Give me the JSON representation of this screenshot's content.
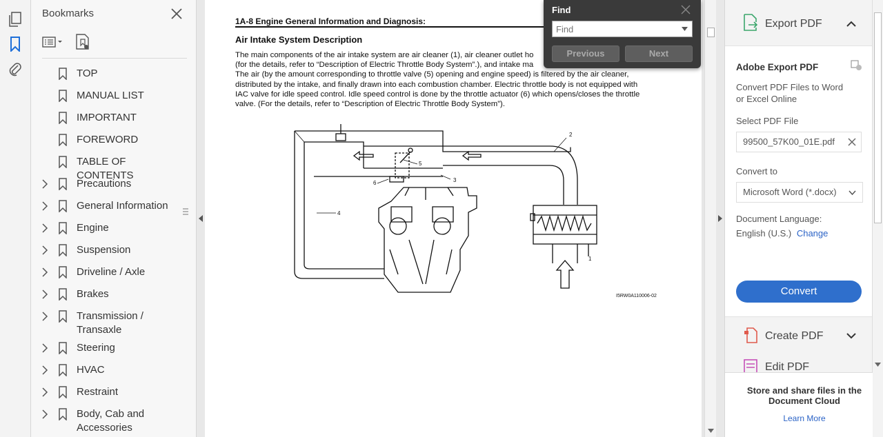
{
  "bookmarks": {
    "title": "Bookmarks",
    "items": [
      {
        "label": "TOP",
        "expandable": false
      },
      {
        "label": "MANUAL LIST",
        "expandable": false
      },
      {
        "label": "IMPORTANT",
        "expandable": false
      },
      {
        "label": "FOREWORD",
        "expandable": false
      },
      {
        "label": "TABLE OF CONTENTS",
        "expandable": false
      },
      {
        "label": "Precautions",
        "expandable": true
      },
      {
        "label": "General Information",
        "expandable": true
      },
      {
        "label": "Engine",
        "expandable": true
      },
      {
        "label": "Suspension",
        "expandable": true
      },
      {
        "label": "Driveline / Axle",
        "expandable": true
      },
      {
        "label": "Brakes",
        "expandable": true
      },
      {
        "label": "Transmission / Transaxle",
        "expandable": true
      },
      {
        "label": "Steering",
        "expandable": true
      },
      {
        "label": "HVAC",
        "expandable": true
      },
      {
        "label": "Restraint",
        "expandable": true
      },
      {
        "label": "Body, Cab and Accessories",
        "expandable": true
      }
    ]
  },
  "document": {
    "header": "1A-8   Engine General Information and Diagnosis:",
    "section_title": "Air Intake System Description",
    "paragraph1_lines": [
      "The main components of the air intake system are air cleaner (1), air cleaner outlet ho",
      "(for the details, refer to “Description of Electric Throttle Body System”.), and intake ma"
    ],
    "paragraph2_lines": [
      "The air (by the amount corresponding to throttle valve (5) opening and engine speed) is filtered by the air cleaner,",
      "distributed by the intake, and finally drawn into each combustion chamber. Electric throttle body is not equipped with",
      "IAC valve for idle speed control. Idle speed control is done by the throttle actuator (6) which opens/closes the throttle",
      "valve. (For the details, refer to “Description of Electric Throttle Body System”)."
    ],
    "figure_labels": {
      "l1": "1",
      "l2": "2",
      "l3": "3",
      "l4": "4",
      "l5": "5",
      "l6": "6"
    },
    "figure_code": "I5RW0A110006-02"
  },
  "find": {
    "title": "Find",
    "placeholder": "Find",
    "previous_label": "Previous",
    "next_label": "Next"
  },
  "right_pane": {
    "export_title": "Export PDF",
    "card_title": "Adobe Export PDF",
    "card_desc": "Convert PDF Files to Word or Excel Online",
    "select_file_label": "Select PDF File",
    "file_name": "99500_57K00_01E.pdf",
    "convert_to_label": "Convert to",
    "convert_to_value": "Microsoft Word (*.docx)",
    "doc_language_label": "Document Language:",
    "doc_language_value": "English (U.S.)",
    "change_label": "Change",
    "convert_button": "Convert",
    "create_pdf": "Create PDF",
    "edit_pdf": "Edit PDF",
    "cloud_text": "Store and share files in the Document Cloud",
    "learn_more": "Learn More"
  },
  "colors": {
    "accent": "#2f6fcc",
    "link": "#2b63c6",
    "export_icon": "#3aa66b",
    "create_icon": "#e05a4c",
    "edit_icon": "#c64fb8"
  }
}
